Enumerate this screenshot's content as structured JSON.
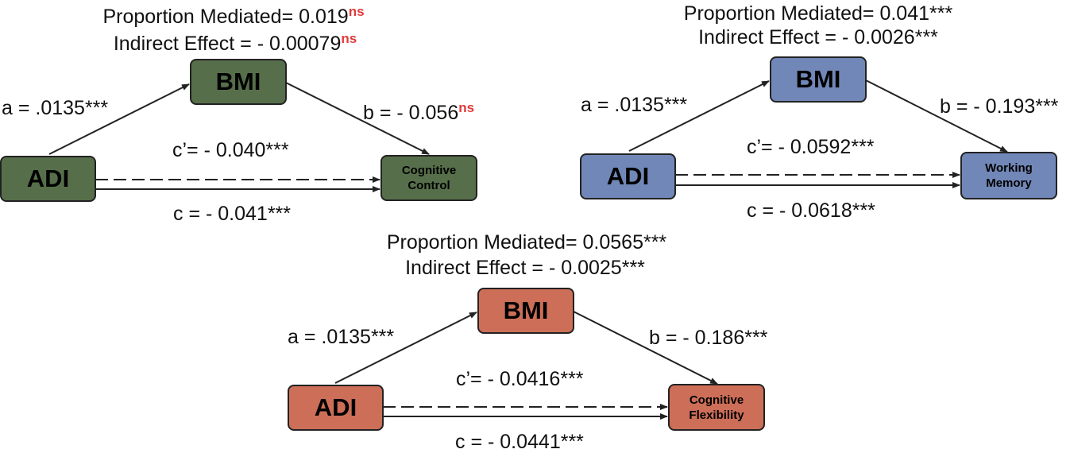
{
  "colors": {
    "panel1": "#566f4a",
    "panel2": "#7187b7",
    "panel3": "#cc6e58",
    "ns": "#e03a3a",
    "line": "#222222"
  },
  "panels": [
    {
      "proportion_label": "Proportion Mediated= ",
      "proportion_value": "0.019",
      "proportion_sig": "ns",
      "indirect_label": "Indirect Effect = ",
      "indirect_value": "- 0.00079",
      "indirect_sig": "ns",
      "mediator": "BMI",
      "predictor": "ADI",
      "outcome": "Cognitive\nControl",
      "a": "a = .0135***",
      "b_prefix": "b = - 0.056",
      "b_sig": "ns",
      "c_prime": "c’= - 0.040***",
      "c": "c = - 0.041***"
    },
    {
      "proportion": "Proportion Mediated= 0.041***",
      "indirect": "Indirect Effect = - 0.0026***",
      "mediator": "BMI",
      "predictor": "ADI",
      "outcome": "Working\nMemory",
      "a": "a = .0135***",
      "b": "b = - 0.193***",
      "c_prime": "c’= - 0.0592***",
      "c": "c = - 0.0618***"
    },
    {
      "proportion": "Proportion Mediated= 0.0565***",
      "indirect": "Indirect Effect = - 0.0025***",
      "mediator": "BMI",
      "predictor": "ADI",
      "outcome": "Cognitive\nFlexibility",
      "a": "a = .0135***",
      "b": "b = - 0.186***",
      "c_prime": "c’= - 0.0416***",
      "c": "c = - 0.0441***"
    }
  ]
}
